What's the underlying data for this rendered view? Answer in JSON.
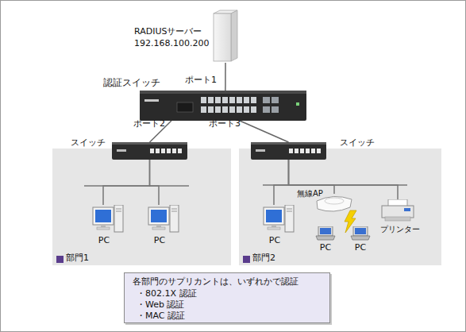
{
  "diagram": {
    "nodes": [
      {
        "text": [
          "RADIUSサーバー",
          "192.168.100.200"
        ]
      },
      {
        "text": [
          "認証スイッチ"
        ]
      },
      {
        "text": [
          "部門1"
        ]
      },
      {
        "text": [
          "スイッチ"
        ],
        "in": 2
      },
      {
        "text": [
          "PC"
        ],
        "in": 2
      },
      {
        "text": [
          "PC"
        ],
        "in": 2
      },
      {
        "text": [
          "部門2"
        ]
      },
      {
        "text": [
          "スイッチ"
        ],
        "in": 6
      },
      {
        "text": [
          "PC"
        ],
        "in": 6
      },
      {
        "text": [
          "無線AP"
        ],
        "in": 6
      },
      {
        "text": [
          "プリンター"
        ],
        "in": 6
      },
      {
        "text": [
          "PC"
        ],
        "in": 6
      },
      {
        "text": [
          "PC"
        ],
        "in": 6
      },
      {
        "text": [
          "各部門のサプリカントは、いずれかで認証",
          "・802.1X 認証",
          "・Web 認証",
          "・MAC 認証"
        ]
      }
    ],
    "edges": [
      {
        "from": 0,
        "to": 1,
        "arrow": "none",
        "label": "ポート1"
      },
      {
        "from": 1,
        "to": 3,
        "arrow": "none",
        "label": "ポート2"
      },
      {
        "from": 1,
        "to": 7,
        "arrow": "none",
        "label": "ポート3"
      },
      {
        "from": 3,
        "to": 4,
        "arrow": "none"
      },
      {
        "from": 3,
        "to": 5,
        "arrow": "none"
      },
      {
        "from": 7,
        "to": 8,
        "arrow": "none"
      },
      {
        "from": 7,
        "to": 9,
        "arrow": "none"
      },
      {
        "from": 7,
        "to": 10,
        "arrow": "none"
      }
    ]
  }
}
